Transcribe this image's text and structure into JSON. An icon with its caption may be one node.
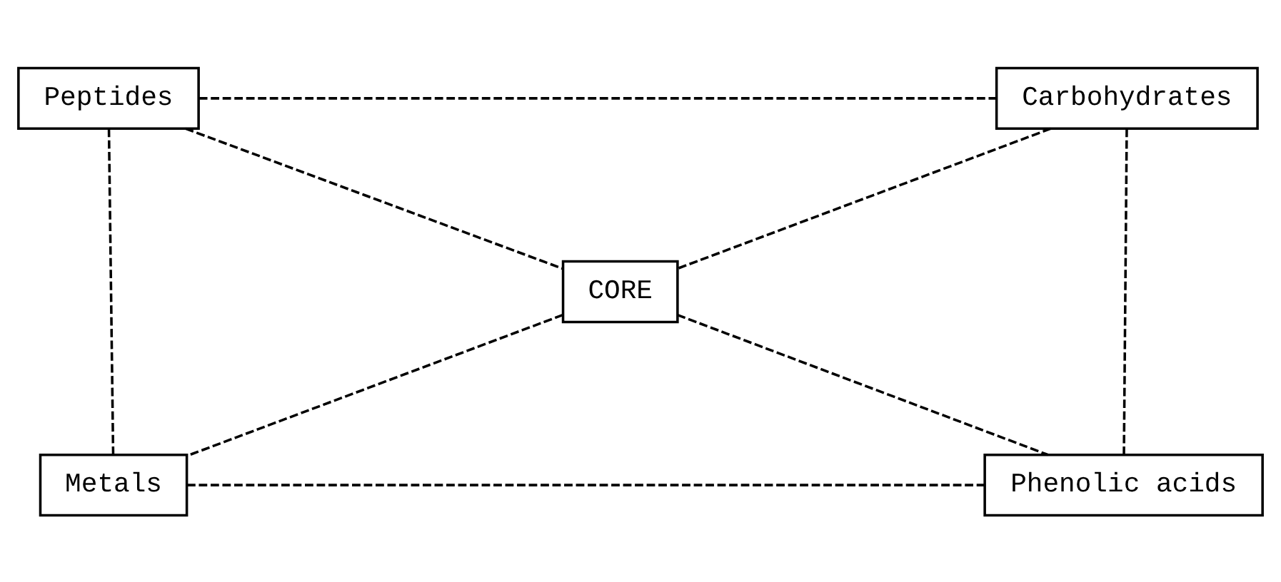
{
  "diagram": {
    "nodes": [
      {
        "text": [
          "Peptides"
        ]
      },
      {
        "text": [
          "Carbohydrates"
        ]
      },
      {
        "text": [
          "CORE"
        ]
      },
      {
        "text": [
          "Metals"
        ]
      },
      {
        "text": [
          "Phenolic acids"
        ]
      }
    ],
    "edges": [
      {
        "from": 0,
        "to": 1,
        "arrow": "none",
        "style": "dashed"
      },
      {
        "from": 0,
        "to": 2,
        "arrow": "none",
        "style": "dashed"
      },
      {
        "from": 1,
        "to": 2,
        "arrow": "none",
        "style": "dashed"
      },
      {
        "from": 0,
        "to": 3,
        "arrow": "none",
        "style": "dashed"
      },
      {
        "from": 1,
        "to": 4,
        "arrow": "none",
        "style": "dashed"
      },
      {
        "from": 2,
        "to": 3,
        "arrow": "none",
        "style": "dashed"
      },
      {
        "from": 2,
        "to": 4,
        "arrow": "none",
        "style": "dashed"
      },
      {
        "from": 3,
        "to": 4,
        "arrow": "none",
        "style": "dashed"
      }
    ]
  }
}
